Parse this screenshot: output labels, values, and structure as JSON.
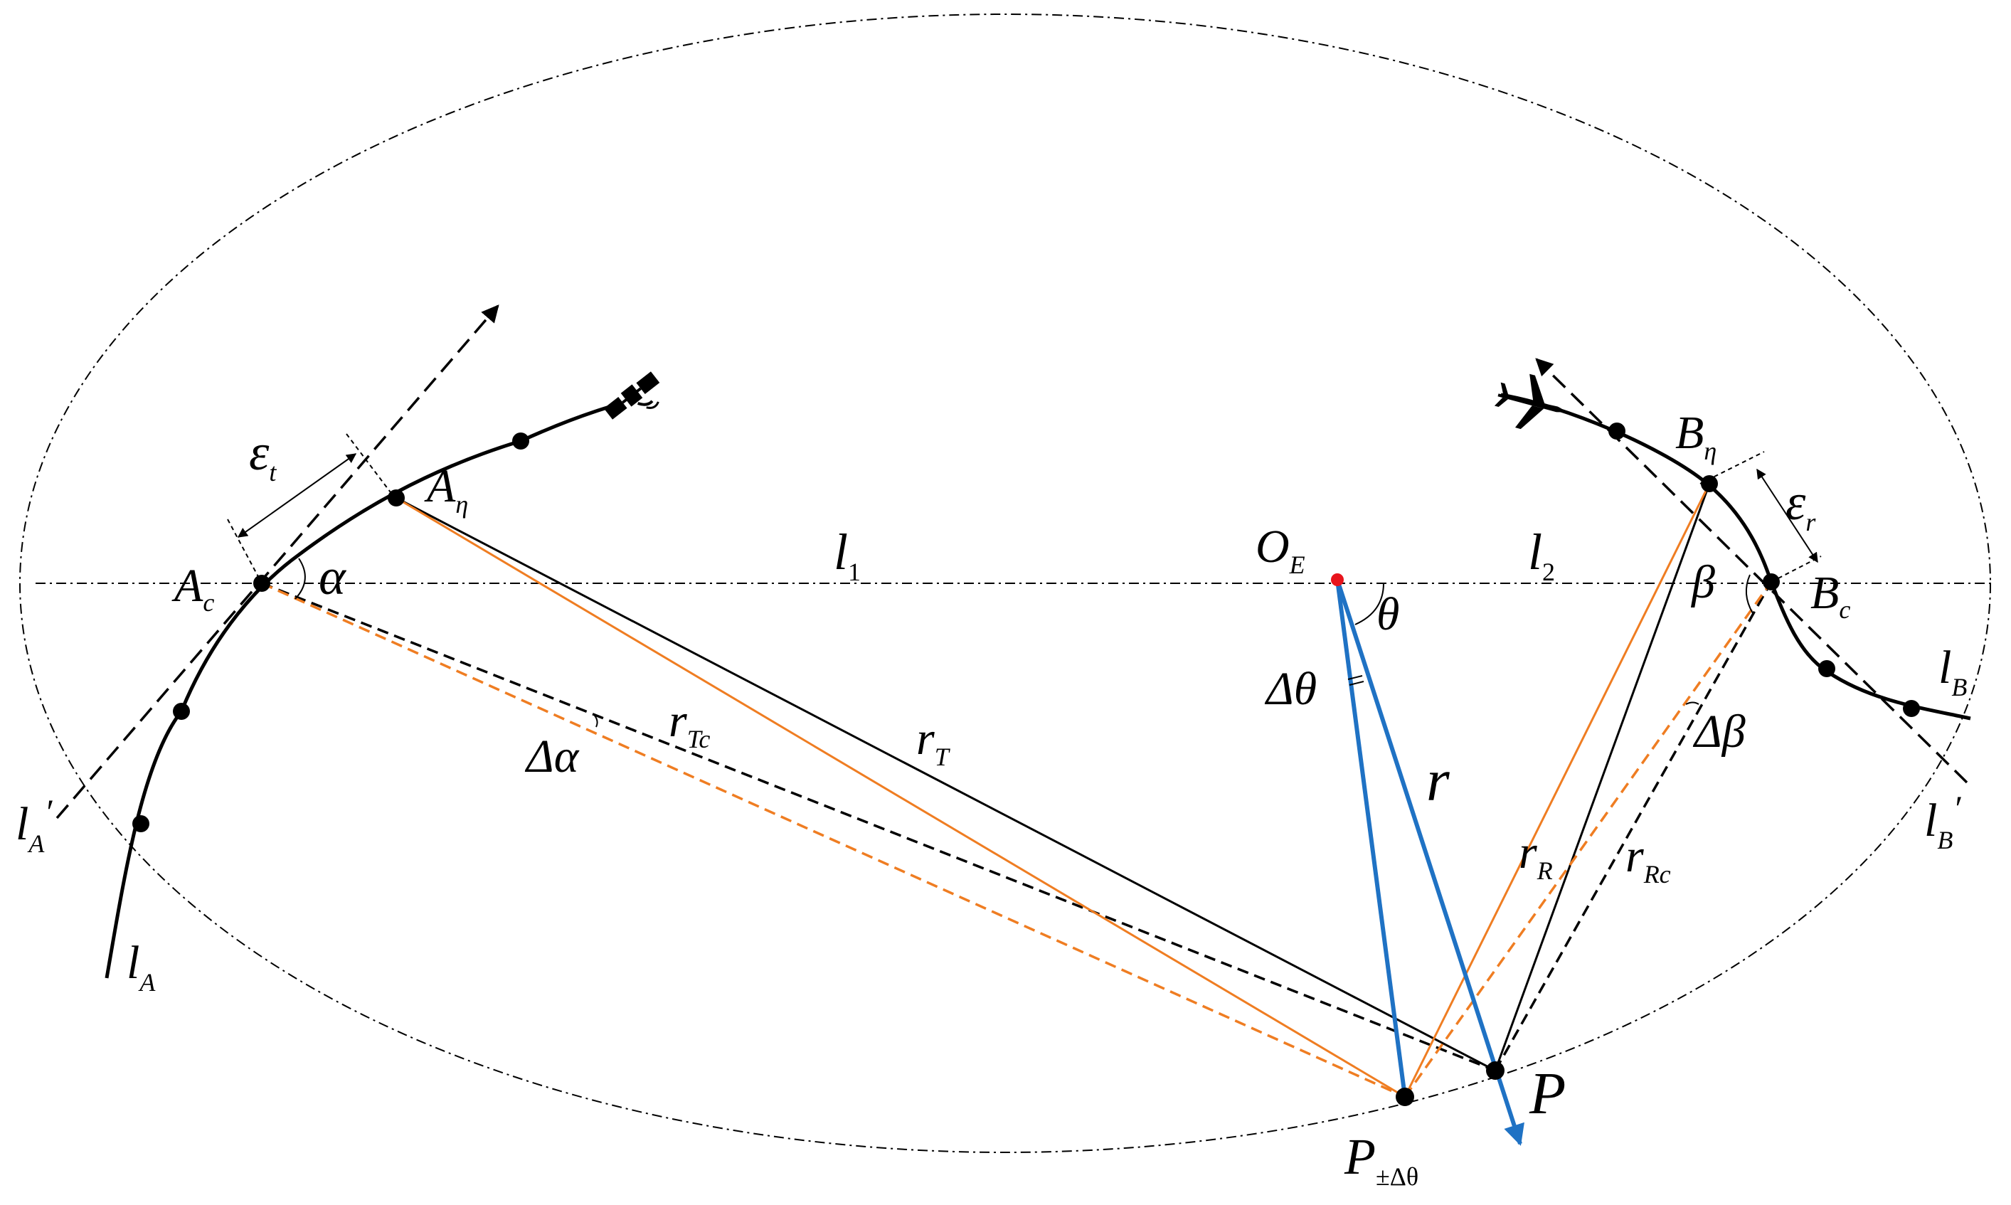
{
  "labels": {
    "l_A": "l",
    "l_A_sub": "A",
    "l_A_prime": "l",
    "l_A_prime_sub": "A",
    "l_A_prime_mark": "′",
    "l_B": "l",
    "l_B_sub": "B",
    "l_B_prime": "l",
    "l_B_prime_sub": "B",
    "l_B_prime_mark": "′",
    "A_c": "A",
    "A_c_sub": "c",
    "A_eta": "A",
    "A_eta_sub": "η",
    "B_eta": "B",
    "B_eta_sub": "η",
    "B_c": "B",
    "B_c_sub": "c",
    "epsilon_t": "ε",
    "epsilon_t_sub": "t",
    "epsilon_r": "ε",
    "epsilon_r_sub": "r",
    "alpha": "α",
    "beta": "β",
    "theta": "θ",
    "delta_theta": "Δθ",
    "delta_alpha": "Δα",
    "delta_beta": "Δβ",
    "l1": "l",
    "l1_sub": "1",
    "l2": "l",
    "l2_sub": "2",
    "O_E": "O",
    "O_E_sub": "E",
    "r_T": "r",
    "r_T_sub": "T",
    "r_Tc": "r",
    "r_Tc_sub": "Tc",
    "r": "r",
    "r_R": "r",
    "r_R_sub": "R",
    "r_Rc": "r",
    "r_Rc_sub": "Rc",
    "P": "P",
    "P_delta": "P",
    "P_delta_sub": "±Δθ"
  },
  "colors": {
    "orange": "#ef7d22",
    "blue": "#1f72c4",
    "center_dot": "#e8141c",
    "black": "#000000"
  },
  "icons": [
    "satellite-icon",
    "airplane-icon"
  ]
}
